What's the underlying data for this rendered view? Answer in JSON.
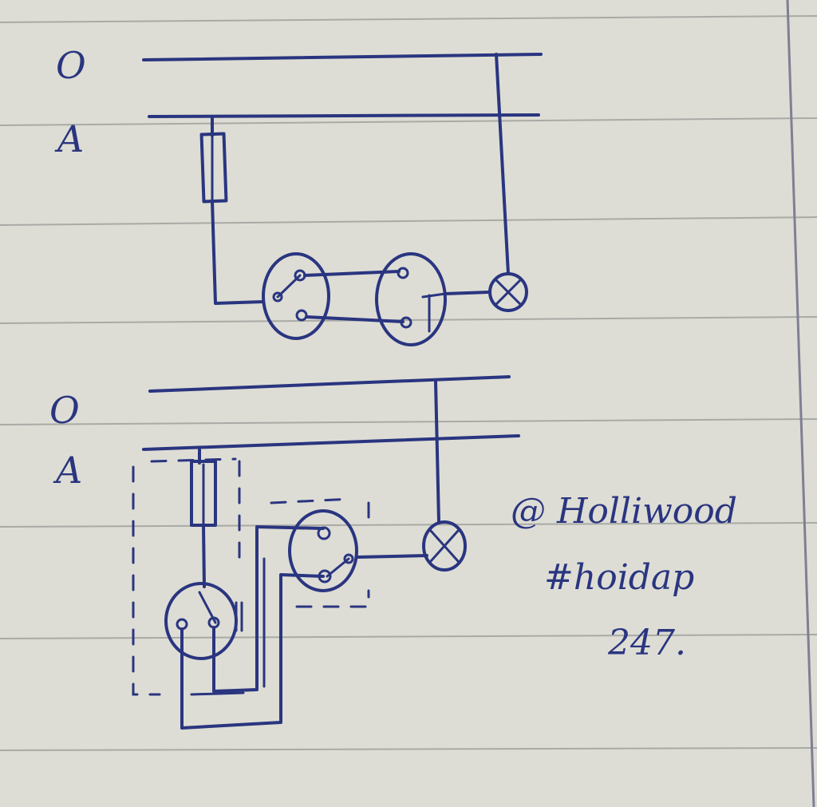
{
  "diagram_1": {
    "line_labels": {
      "neutral": "O",
      "phase": "A"
    }
  },
  "diagram_2": {
    "line_labels": {
      "neutral": "O",
      "phase": "A"
    }
  },
  "watermark": {
    "line1": "@ Holliwood",
    "line2": "#hoidap",
    "line3": "247."
  },
  "colors": {
    "ink": "#2a3580",
    "paper": "#ddddd5",
    "rule": "#a9aaa6"
  },
  "icons": [
    "fuse-icon",
    "two-way-switch-icon",
    "lamp-icon",
    "socket-icon"
  ]
}
